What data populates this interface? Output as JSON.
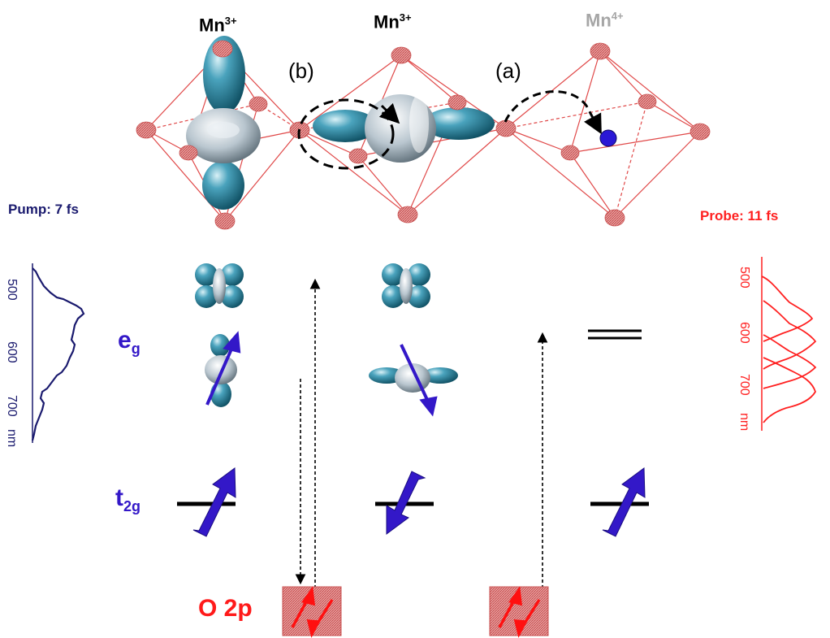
{
  "ions": [
    {
      "base": "Mn",
      "charge": "3+",
      "color": "#000000"
    },
    {
      "base": "Mn",
      "charge": "3+",
      "color": "#000000"
    },
    {
      "base": "Mn",
      "charge": "4+",
      "color": "#a6a6a6"
    }
  ],
  "site_labels": [
    "(b)",
    "(a)"
  ],
  "pump": {
    "label": "Pump: 7 fs",
    "ticks": [
      "500",
      "600",
      "700"
    ],
    "unit": "nm",
    "color": "#1a1a6e"
  },
  "probe": {
    "label": "Probe: 11 fs",
    "ticks": [
      "500",
      "600",
      "700"
    ],
    "unit": "nm",
    "color": "#ff2020"
  },
  "levels": {
    "eg": {
      "base": "e",
      "sub": "g"
    },
    "t2g": {
      "base": "t",
      "sub": "2g"
    },
    "o2p": "O 2p"
  },
  "colors": {
    "octahedron": "#e04040",
    "oxygen": "#d85a5a",
    "orbital_lobe": "#1f7a94",
    "orbital_torus": "#c8d4dc",
    "spin": "#3318c8",
    "level_text": "#3318c8",
    "o2p_text": "#ff1a1a",
    "o2p_box": "#d98080",
    "electron": "#2a18d6"
  }
}
